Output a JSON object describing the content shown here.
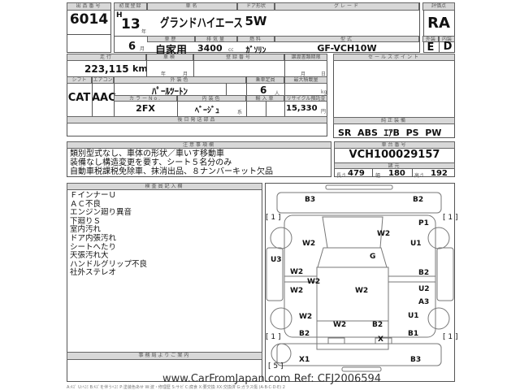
{
  "row1": {
    "lot_label": "出品番号",
    "lot": "6014",
    "reg_label": "初度登録",
    "era": "H",
    "year": "13",
    "year_unit": "年",
    "month": "6",
    "month_unit": "月",
    "name_label": "車名",
    "name": "グランドハイエース",
    "door_label": "ドア形状",
    "door": "5W",
    "grade_label": "グレード",
    "grade": "",
    "score_label": "評価点",
    "score": "RA",
    "history_label": "車歴",
    "history": "自家用",
    "disp_label": "排気量",
    "disp": "3400",
    "disp_unit": "cc",
    "fuel_label": "燃料",
    "fuel": "ｶﾞｿﾘﾝ",
    "model_label": "型式",
    "model": "GF-VCH10W",
    "ext_label": "外装",
    "ext": "E",
    "int_label": "内装",
    "int": "D"
  },
  "row2": {
    "mileage_label": "走行",
    "mileage": "223,115",
    "mileage_unit": "km",
    "inspection_label": "車検",
    "insp_year": "年",
    "insp_month": "月",
    "regno_label": "登録番号",
    "transfer_label": "譲渡書類期限",
    "tr_month": "月",
    "tr_day": "日",
    "shift_label": "シフト",
    "shift": "CAT",
    "ac_label": "エアコン",
    "ac": "AAC",
    "color_label": "外装色",
    "color": "ﾊﾟｰﾙﾂｰﾄﾝ",
    "seats_label": "乗車定員",
    "seats": "6",
    "seats_unit": "人",
    "load_label": "最大積載量",
    "load_unit": "kg",
    "colorno_label": "カラーNo.",
    "colorno": "2FX",
    "interior_label": "内装色",
    "interior": "ﾍﾞｰｼﾞｭ",
    "interior_unit": "系",
    "import_label": "輸入車",
    "recycle_label": "リサイクル預託金",
    "recycle": "15,330",
    "recycle_unit": "円",
    "later_label": "後日発送部品"
  },
  "sales": {
    "label": "セールスポイント",
    "equip_label": "純正装備",
    "equip": "SR  ABS  ｴｱB  PS  PW"
  },
  "notes": {
    "label": "注意事項欄",
    "lines": [
      "類別型式なし、車体の形状／車いす移動車",
      "装備なし構造変更を要す、シート５名分のみ",
      "自動車税課税免除車、抹消出品、８ナンバーキット欠品"
    ]
  },
  "chassis": {
    "label": "車台番号",
    "value": "VCH100029157",
    "spec_label": "諸元",
    "len_label": "長さ",
    "len": "479",
    "wid_label": "幅",
    "wid": "180",
    "hei_label": "高さ",
    "hei": "192"
  },
  "inspector": {
    "label": "検査員記入欄",
    "lines": [
      "ＦインナーＵ",
      "ＡＣ不良",
      "エンジン廻り異音",
      "下廻りＳ",
      "室内汚れ",
      "ドア内張汚れ",
      "シートへたり",
      "天張汚れ大",
      "ハンドルグリップ不良",
      "社外ステレオ"
    ]
  },
  "office": {
    "label": "事務局よりご案内"
  },
  "diagram": {
    "marks": [
      "B3",
      "B2",
      "[ 1 ]",
      "[ 1 ]",
      "P1",
      "W2",
      "W2",
      "U1",
      "U3",
      "G",
      "W2",
      "B2",
      "W2",
      "W2",
      "W2",
      "U2",
      "A3",
      "W2",
      "U1",
      "W2",
      "B2",
      "[ 1 ]",
      "[ 1 ]",
      "B2",
      "B1",
      "X",
      "X1",
      "B3",
      "[ 5 ]"
    ]
  },
  "footer": {
    "legend": "A:ｷｽﾞ U:ﾍｺﾐ B:ｷｽﾞを伴うﾍｺﾐ P:塗装色あせ  W:波・修理歴  S:サビ  C:腐食  X:要交換  XX:交換済  G:ガラス傷  (A·B·C·D·E) 2",
    "watermark": "www.CarFromJapan.com Ref: CFJ2006594"
  }
}
